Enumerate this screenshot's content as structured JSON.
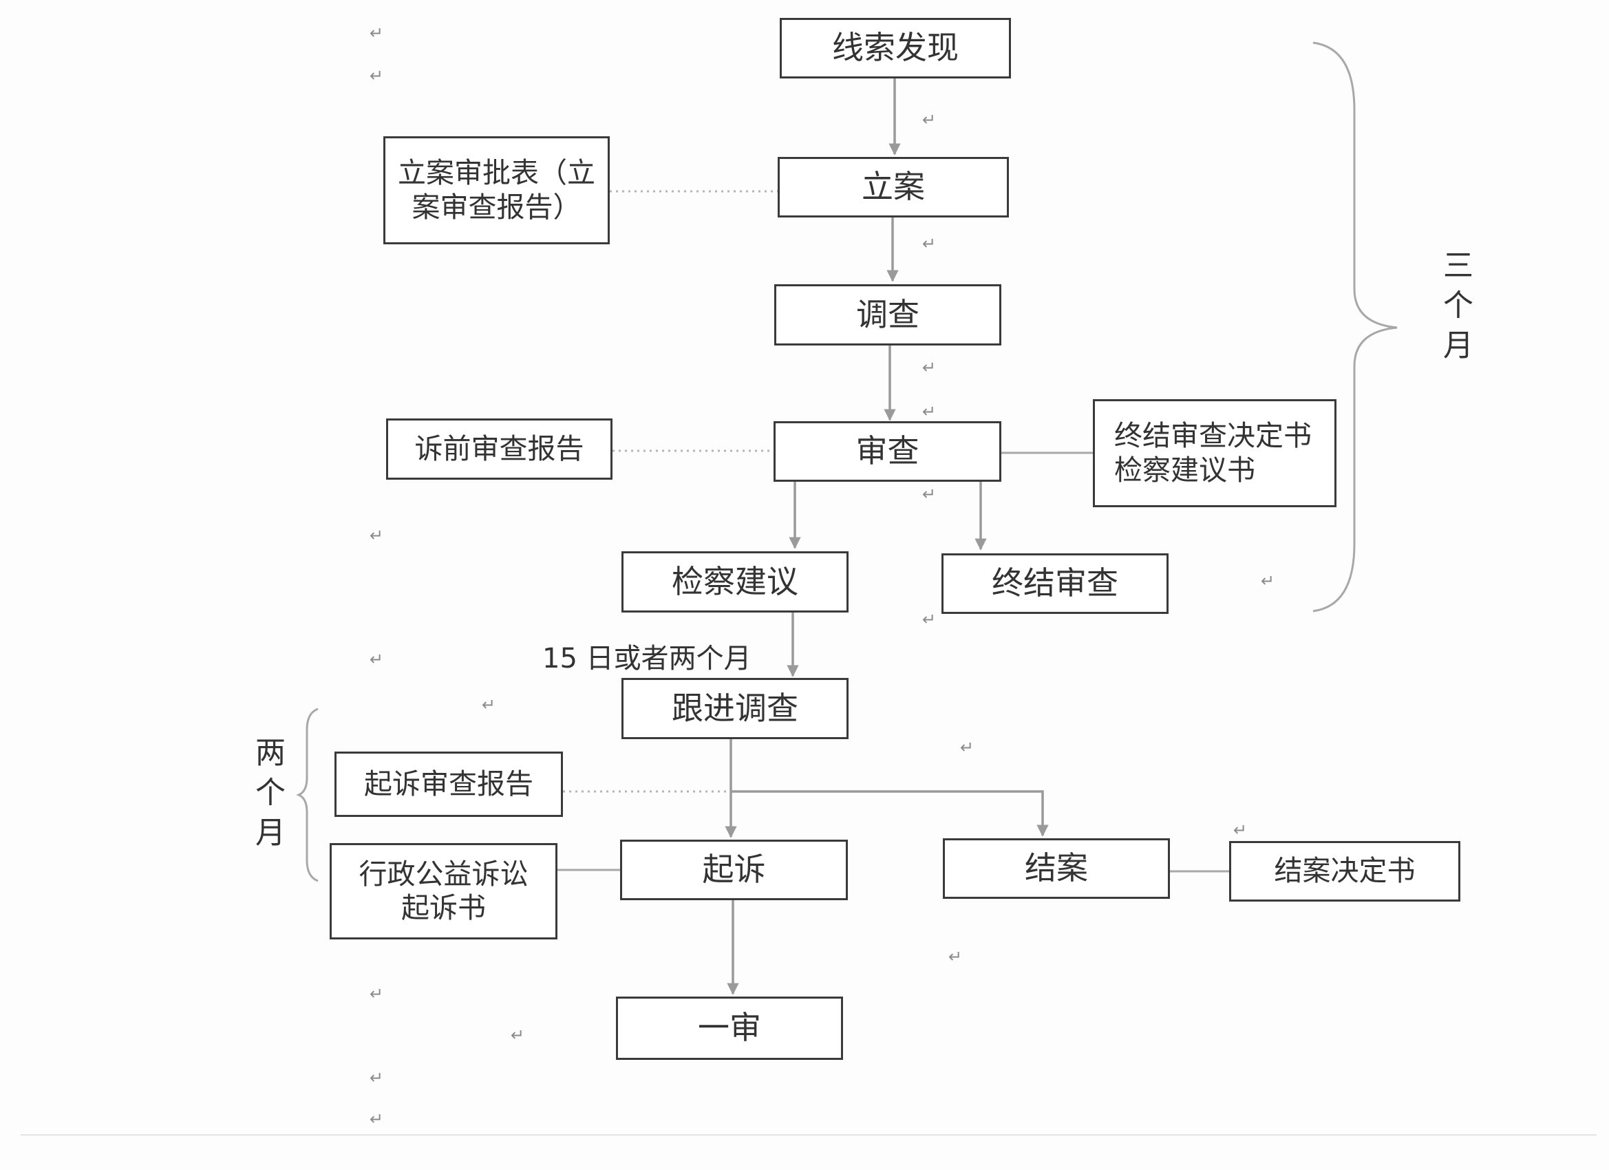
{
  "nodes": {
    "clue": "线索发现",
    "file_case": "立案",
    "investigate": "调查",
    "review": "审查",
    "procuratorial_advice": "检察建议",
    "terminate_review": "终结审查",
    "follow_up": "跟进调查",
    "prosecute": "起诉",
    "close_case": "结案",
    "first_instance": "一审"
  },
  "documents": {
    "filing_form": "立案审批表（立\n案审查报告）",
    "pretrial_report": "诉前审查报告",
    "termination_docs": "终结审查决定书\n检察建议书",
    "prosecution_report": "起诉审查报告",
    "indictment": "行政公益诉讼\n起诉书",
    "closing_decision": "结案决定书"
  },
  "annotations": {
    "deadline": "15 日或者两个月",
    "three_months": "三个月",
    "two_months": "两个月"
  },
  "colors": {
    "box_border": "#3a3a3a",
    "arrow": "#9a9a9a",
    "dotted": "#b5b5b5",
    "brace": "#a8a8a8"
  }
}
